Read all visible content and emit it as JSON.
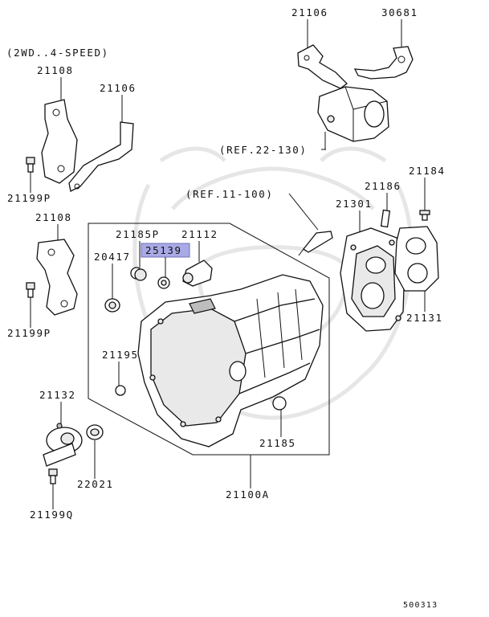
{
  "diagram": {
    "title_note": "(2WD..4-SPEED)",
    "ref_notes": [
      "(REF.22-130)",
      "(REF.11-100)"
    ],
    "highlighted_part": "25139",
    "parts": [
      {
        "id": "p21106_top",
        "label": "21106"
      },
      {
        "id": "p30681",
        "label": "30681"
      },
      {
        "id": "p21108_a",
        "label": "21108"
      },
      {
        "id": "p21106_b",
        "label": "21106"
      },
      {
        "id": "p21199p_a",
        "label": "21199P"
      },
      {
        "id": "p21184",
        "label": "21184"
      },
      {
        "id": "p21186",
        "label": "21186"
      },
      {
        "id": "p21301",
        "label": "21301"
      },
      {
        "id": "p21108_b",
        "label": "21108"
      },
      {
        "id": "p21185p",
        "label": "21185P"
      },
      {
        "id": "p21112",
        "label": "21112"
      },
      {
        "id": "p25139",
        "label": "25139"
      },
      {
        "id": "p20417",
        "label": "20417"
      },
      {
        "id": "p21199p_b",
        "label": "21199P"
      },
      {
        "id": "p21131",
        "label": "21131"
      },
      {
        "id": "p21195",
        "label": "21195"
      },
      {
        "id": "p21132",
        "label": "21132"
      },
      {
        "id": "p21185",
        "label": "21185"
      },
      {
        "id": "p22021",
        "label": "22021"
      },
      {
        "id": "p21100a",
        "label": "21100A"
      },
      {
        "id": "p21199q",
        "label": "21199Q"
      }
    ],
    "diagram_number": "500313"
  }
}
